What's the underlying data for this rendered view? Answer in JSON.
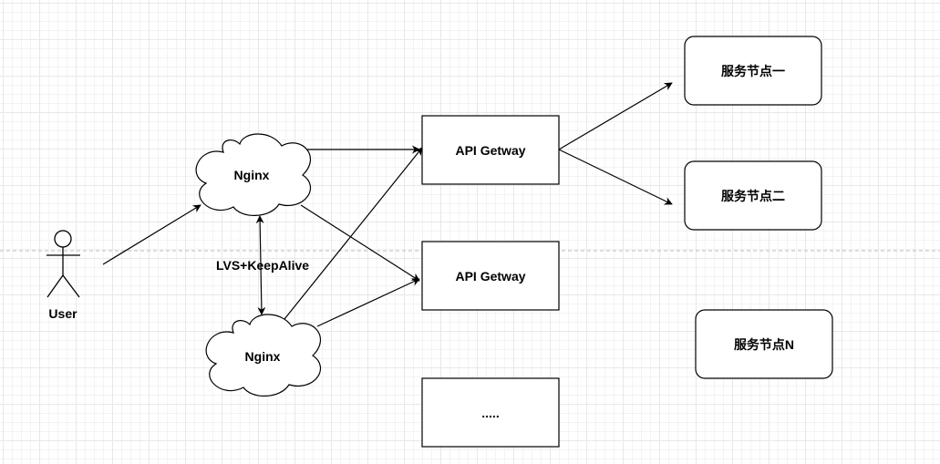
{
  "diagram": {
    "user_label": "User",
    "nginx_top_label": "Nginx",
    "nginx_bottom_label": "Nginx",
    "lvs_label": "LVS+KeepAlive",
    "gateway_top_label": "API Getway",
    "gateway_mid_label": "API Getway",
    "gateway_more_label": ".....",
    "service_1_label": "服务节点一",
    "service_2_label": "服务节点二",
    "service_n_label": "服务节点N"
  },
  "colors": {
    "stroke": "#000000",
    "grid": "#e8e8e8",
    "divider": "#c8c8c8"
  }
}
